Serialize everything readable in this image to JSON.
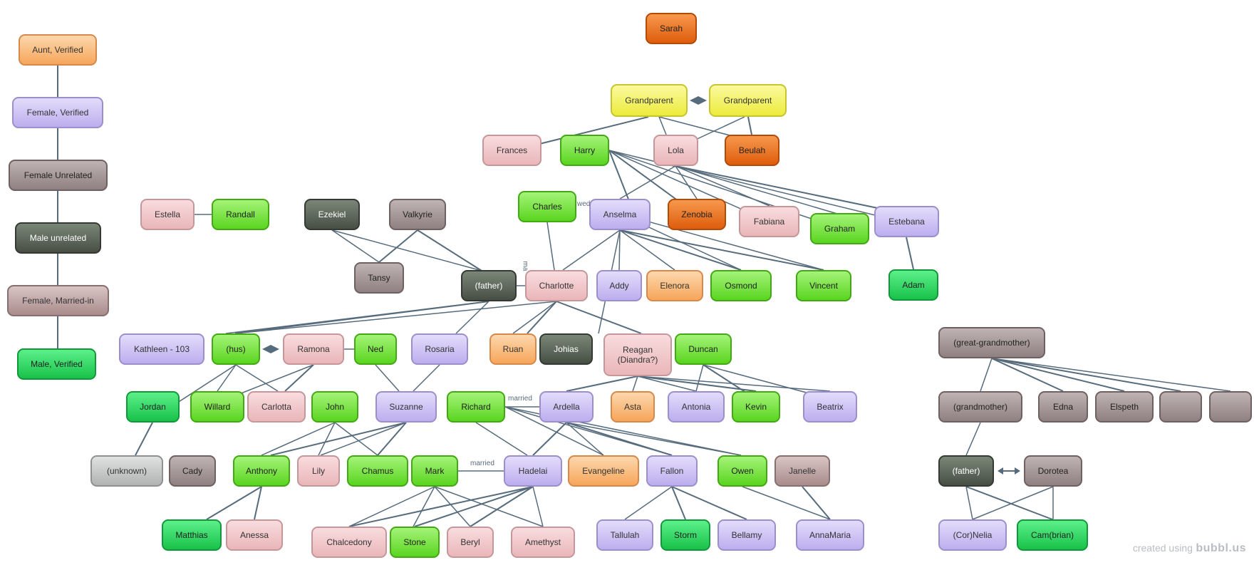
{
  "colors": {
    "edge": "#566b7c",
    "aunt": "#f8bc82",
    "female": "#cfc2f4",
    "female_unrelated": "#a8999a",
    "male_unrelated": "#5f6b5d",
    "female_married": "#ecc0c3",
    "male": "#7ae03e",
    "male_dark": "#22d45a",
    "yellow": "#f4f25a",
    "orange_dark": "#ec6e16",
    "gray_light": "#c3c5c5",
    "sarah": "#ec6e16"
  },
  "legend": [
    {
      "id": "legend-aunt",
      "label": "Aunt, Verified"
    },
    {
      "id": "legend-female",
      "label": "Female, Verified"
    },
    {
      "id": "legend-female-unrelated",
      "label": "Female Unrelated"
    },
    {
      "id": "legend-male-unrelated",
      "label": "Male unrelated"
    },
    {
      "id": "legend-female-married",
      "label": "Female, Married-in"
    },
    {
      "id": "legend-male",
      "label": "Male, Verified"
    }
  ],
  "nodes": {
    "sarah": "Sarah",
    "gp1": "Grandparent",
    "gp2": "Grandparent",
    "frances": "Frances",
    "harry": "Harry",
    "lola": "Lola",
    "beulah": "Beulah",
    "estella": "Estella",
    "randall": "Randall",
    "ezekiel": "Ezekiel",
    "valkyrie": "Valkyrie",
    "tansy": "Tansy",
    "charles": "Charles",
    "anselma": "Anselma",
    "zenobia": "Zenobia",
    "fabiana": "Fabiana",
    "graham": "Graham",
    "estebana": "Estebana",
    "adam": "Adam",
    "father": "(father)",
    "charlotte": "Charlotte",
    "addy": "Addy",
    "elenora": "Elenora",
    "osmond": "Osmond",
    "vincent": "Vincent",
    "kathleen": "Kathleen - 103",
    "hus": "(hus)",
    "ramona": "Ramona",
    "ned": "Ned",
    "rosaria": "Rosaria",
    "ruan": "Ruan",
    "johias": "Johias",
    "reagan": "Reagan\n(Diandra?)",
    "duncan": "Duncan",
    "jordan": "Jordan",
    "willard": "Willard",
    "carlotta": "Carlotta",
    "john": "John",
    "suzanne": "Suzanne",
    "richard": "Richard",
    "ardella": "Ardella",
    "asta": "Asta",
    "antonia": "Antonia",
    "kevin": "Kevin",
    "beatrix": "Beatrix",
    "unknown": "(unknown)",
    "cady": "Cady",
    "anthony": "Anthony",
    "lily": "Lily",
    "chamus": "Chamus",
    "mark": "Mark",
    "hadelai": "Hadelai",
    "evangeline": "Evangeline",
    "fallon": "Fallon",
    "owen": "Owen",
    "janelle": "Janelle",
    "matthias": "Matthias",
    "anessa": "Anessa",
    "chalcedony": "Chalcedony",
    "stone": "Stone",
    "beryl": "Beryl",
    "amethyst": "Amethyst",
    "tallulah": "Tallulah",
    "storm": "Storm",
    "bellamy": "Bellamy",
    "annamaria": "AnnaMaria",
    "ggm": "(great-grandmother)",
    "gm": "(grandmother)",
    "edna": "Edna",
    "elspeth": "Elspeth",
    "blank1": "",
    "blank2": "",
    "father2": "(father)",
    "dorotea": "Dorotea",
    "cornelia": "(Cor)Nelia",
    "cambrian": "Cam(brian)"
  },
  "edge_labels": {
    "married1": "married",
    "married2": "married",
    "wed": "wed",
    "ma": "ma"
  },
  "watermark": {
    "prefix": "created using",
    "brand": "bubbl.us"
  }
}
